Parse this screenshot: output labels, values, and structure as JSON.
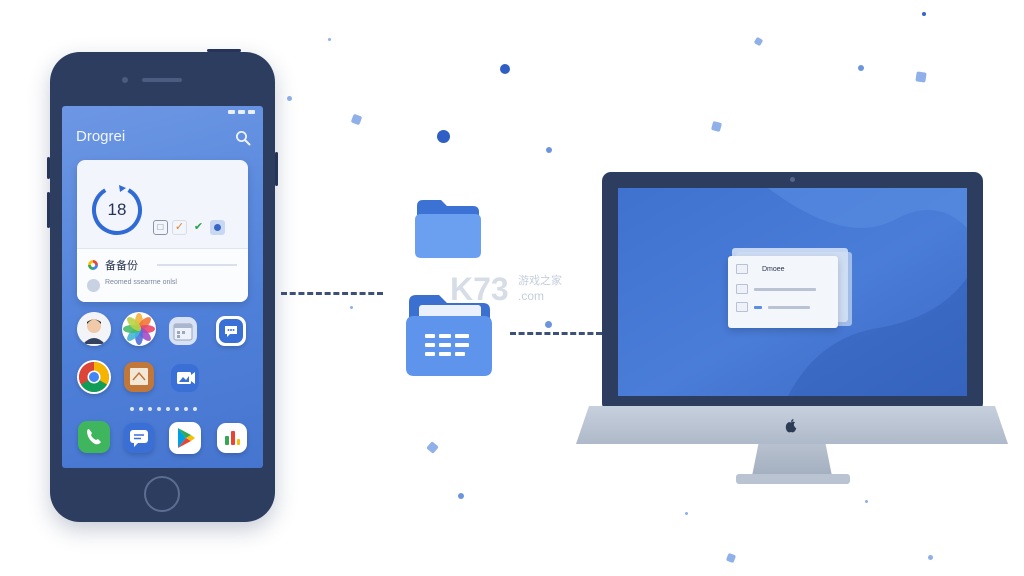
{
  "phone": {
    "app_title": "Drogrei",
    "widget": {
      "ring_value": "18",
      "card_title": "备备份",
      "card_subtitle": "Reomed ssearrne onlsl"
    },
    "icons": {
      "search": "search-icon",
      "contact": "avatar-icon",
      "photos": "photos-icon",
      "calendar": "calendar-icon",
      "messages": "message-icon",
      "chrome": "chrome-icon",
      "notes": "notes-icon",
      "gallery": "gallery-icon",
      "phone": "phone-icon",
      "chat": "chat-icon",
      "play": "play-store-icon",
      "stats": "stats-icon"
    }
  },
  "watermark": {
    "brand": "K73",
    "cn_text": "游戏之家",
    "domain": ".com"
  },
  "laptop": {
    "doc_title": "Dmoee"
  },
  "colors": {
    "phone_body": "#2c3d5f",
    "screen_blue": "#5585dc",
    "accent_blue": "#3a74d8",
    "folder_blue": "#4f89e3",
    "dash": "#3d5178"
  }
}
